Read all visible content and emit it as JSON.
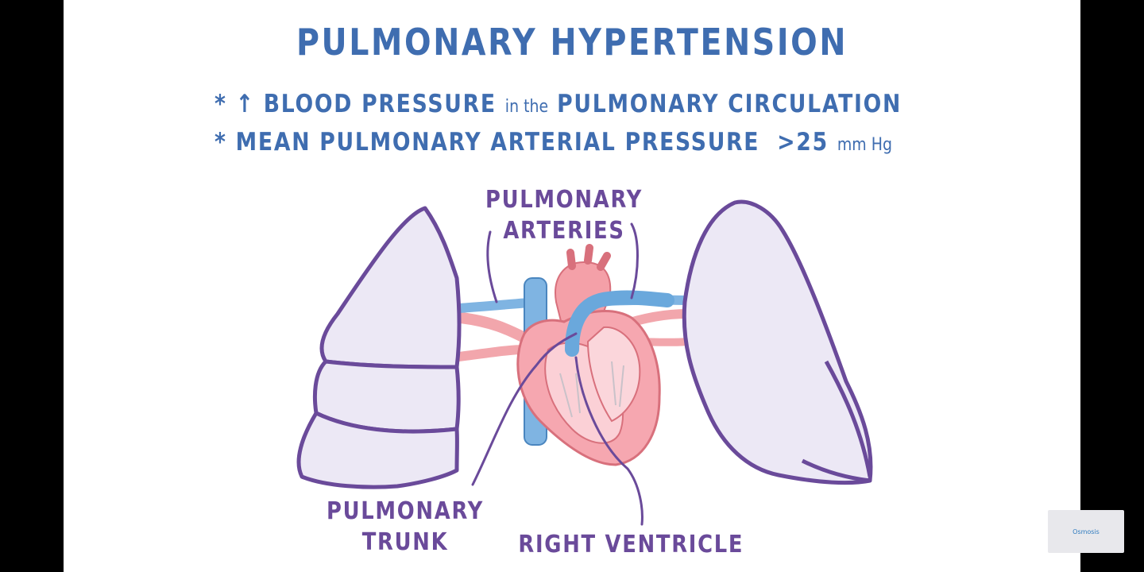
{
  "title": "PULMONARY HYPERTENSION",
  "bullets": [
    {
      "marker": "*",
      "arrow": "↑",
      "text_main": "BLOOD PRESSURE",
      "text_small": "in the",
      "text_end": "PULMONARY CIRCULATION"
    },
    {
      "marker": "*",
      "text_main": "MEAN PULMONARY ARTERIAL PRESSURE  >25",
      "text_small": "mm Hg"
    }
  ],
  "labels": {
    "arteries_line1": "PULMONARY",
    "arteries_line2": "ARTERIES",
    "trunk_line1": "PULMONARY",
    "trunk_line2": "TRUNK",
    "ventricle": "RIGHT VENTRICLE"
  },
  "logo": {
    "text": "Osmosis"
  },
  "colors": {
    "title_blue": "#3f6db0",
    "label_purple": "#6a4a9a",
    "lung_fill": "#ece8f5",
    "lung_outline": "#6a4a9a",
    "heart_pink": "#f4a0a8",
    "vessel_blue": "#6aa8dc"
  }
}
